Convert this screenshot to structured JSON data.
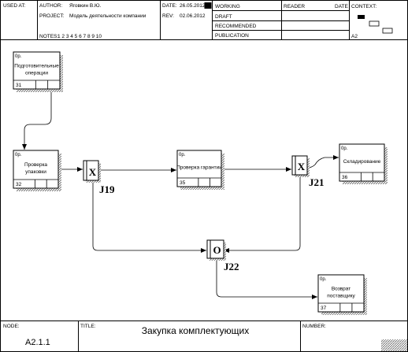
{
  "header": {
    "used_at_label": "USED AT:",
    "author_label": "AUTHOR:",
    "author_value": "Яговкин В.Ю.",
    "project_label": "PROJECT:",
    "project_value": "Модель деятельности компании",
    "notes_label": "NOTES:",
    "notes_value": "1  2  3  4  5  6  7  8  9  10",
    "date_label": "DATE:",
    "date_value": "26.05.2012",
    "rev_label": "REV:",
    "rev_value": "02.06.2012",
    "status": [
      "WORKING",
      "DRAFT",
      "RECOMMENDED",
      "PUBLICATION"
    ],
    "reader_label": "READER",
    "reader_date_label": "DATE",
    "context_label": "CONTEXT:",
    "context_node": "A2"
  },
  "boxes": [
    {
      "id": "box-31",
      "ref": "0р.",
      "label_lines": [
        "Подготовительные",
        "операции"
      ],
      "number": "31"
    },
    {
      "id": "box-32",
      "ref": "0р.",
      "label_lines": [
        "Проверка",
        "упаковки"
      ],
      "number": "32"
    },
    {
      "id": "box-35",
      "ref": "0р.",
      "label_lines": [
        "Проверка гарантии"
      ],
      "number": "35"
    },
    {
      "id": "box-36",
      "ref": "0р.",
      "label_lines": [
        "Складирование"
      ],
      "number": "36"
    },
    {
      "id": "box-37",
      "ref": "0р.",
      "label_lines": [
        "Возврат",
        "поставщику"
      ],
      "number": "37"
    }
  ],
  "junctions": [
    {
      "id": "j19",
      "symbol": "X",
      "label": "J19"
    },
    {
      "id": "j21",
      "symbol": "X",
      "label": "J21"
    },
    {
      "id": "j22",
      "symbol": "O",
      "label": "J22"
    }
  ],
  "footer": {
    "node_label": "NODE:",
    "node_value": "A2.1.1",
    "title_label": "TITLE:",
    "title_value": "Закупка комплектующих",
    "number_label": "NUMBER:"
  }
}
